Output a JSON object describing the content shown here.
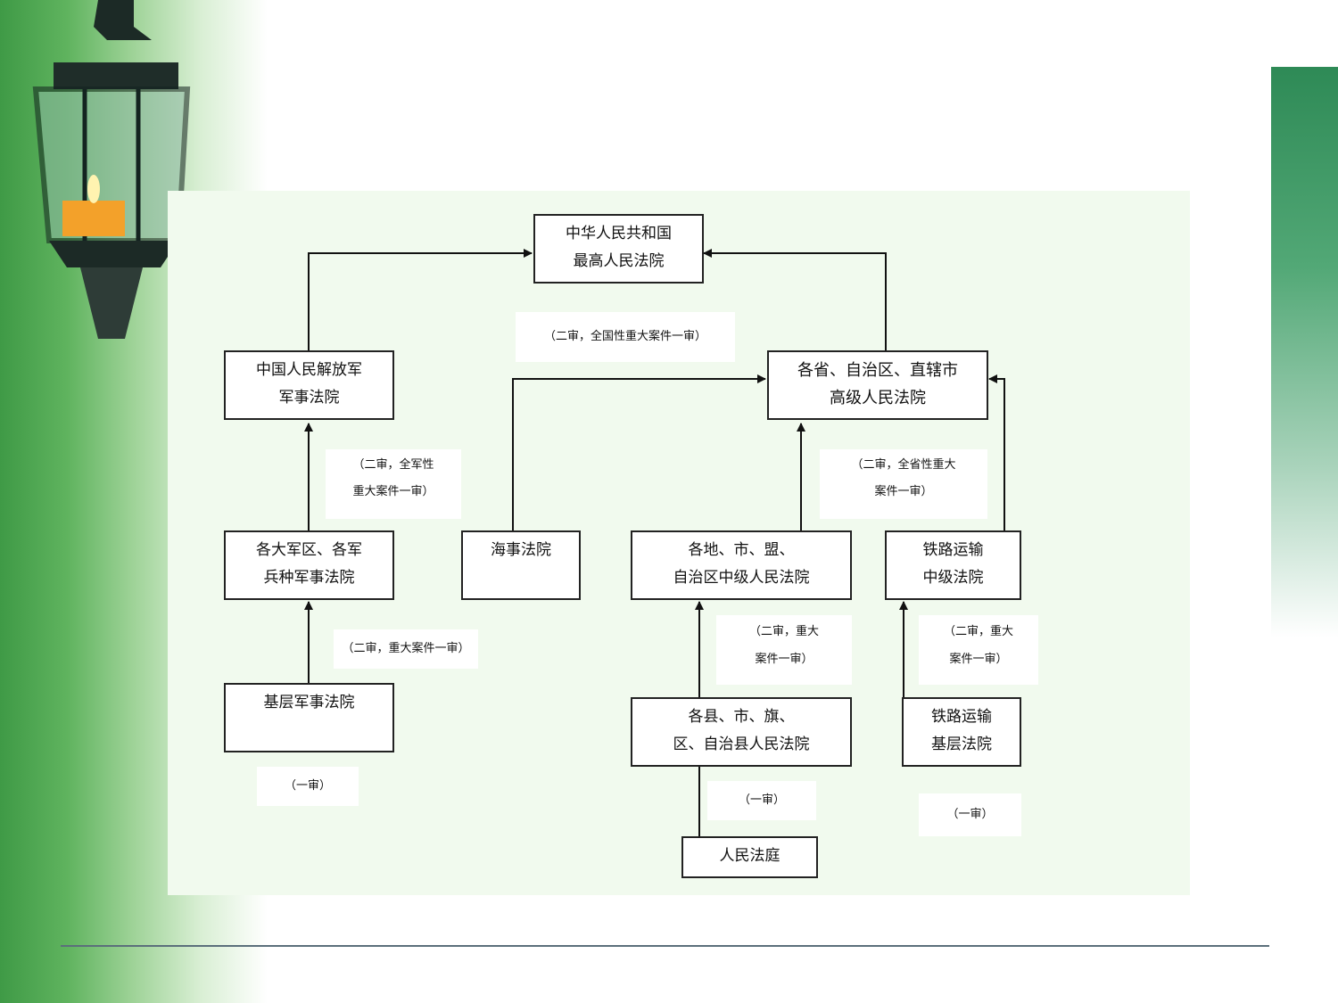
{
  "nodes": {
    "supreme": [
      "中华人民共和国",
      "最高人民法院"
    ],
    "pla_military": [
      "中国人民解放军",
      "军事法院"
    ],
    "provincial_high": [
      "各省、自治区、直辖市",
      "高级人民法院"
    ],
    "regional_military": [
      "各大军区、各军",
      "兵种军事法院"
    ],
    "maritime": [
      "海事法院"
    ],
    "intermediate": [
      "各地、市、盟、",
      "自治区中级人民法院"
    ],
    "railway_intermediate": [
      "铁路运输",
      "中级法院"
    ],
    "basic_military": [
      "基层军事法院"
    ],
    "county": [
      "各县、市、旗、",
      "区、自治县人民法院"
    ],
    "railway_basic": [
      "铁路运输",
      "基层法院"
    ],
    "people_tribunal": [
      "人民法庭"
    ]
  },
  "notes": {
    "supreme": [
      "（二审，全国性重大案件一审）"
    ],
    "pla_military": [
      "（二审，全军性",
      "重大案件一审）"
    ],
    "provincial_high": [
      "（二审，全省性重大",
      "案件一审）"
    ],
    "regional_military": [
      "（二审，重大案件一审）"
    ],
    "intermediate": [
      "（二审，重大",
      "案件一审）"
    ],
    "railway_intermediate": [
      "（二审，重大",
      "案件一审）"
    ],
    "basic_military": [
      "（一审）"
    ],
    "county": [
      "（一审）"
    ],
    "railway_basic": [
      "（一审）"
    ]
  }
}
